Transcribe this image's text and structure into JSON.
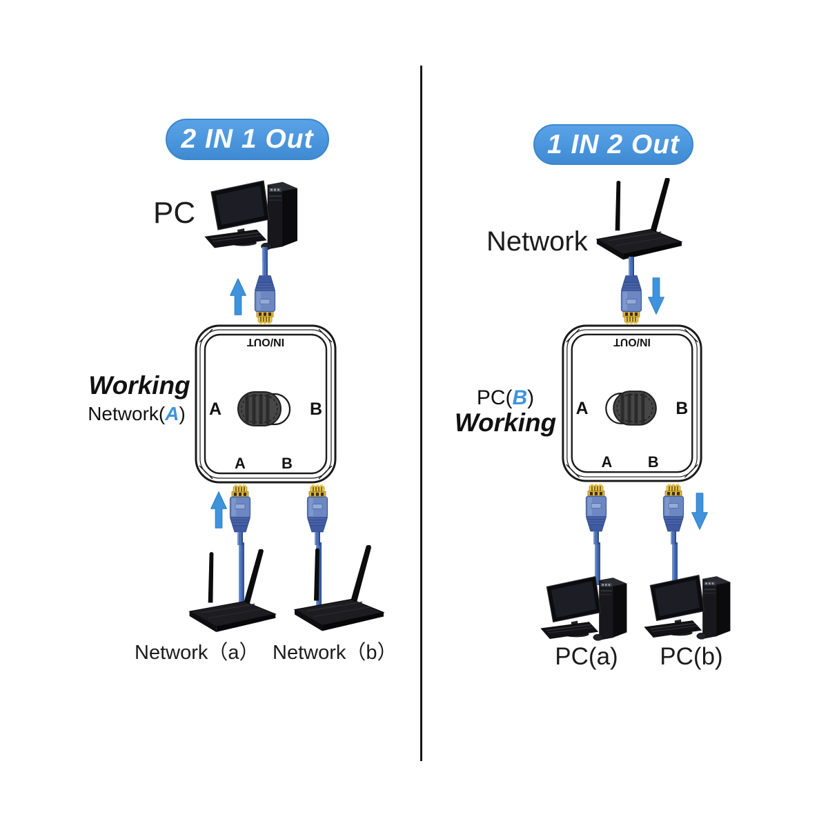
{
  "diagram": {
    "left": {
      "banner": "2 IN 1 Out",
      "pc_label": "PC",
      "working_label": "Working",
      "port_prefix": "Network(",
      "port_letter": "A",
      "port_suffix": ")",
      "device_a_label": "Network（a）",
      "device_b_label": "Network（b）"
    },
    "right": {
      "banner": "1 IN 2 Out",
      "network_label": "Network",
      "working_label": "Working",
      "port_prefix": "PC(",
      "port_letter": "B",
      "port_suffix": ")",
      "device_a_label": "PC(a)",
      "device_b_label": "PC(b)"
    },
    "switch_left": {
      "top_label": "IN/OUT",
      "side_a": "A",
      "side_b": "B",
      "bottom_a": "A",
      "bottom_b": "B",
      "position": "A"
    },
    "switch_right": {
      "top_label": "IN/OUT",
      "side_a": "A",
      "side_b": "B",
      "bottom_a": "A",
      "bottom_b": "B",
      "position": "B"
    },
    "colors": {
      "banner_blue": "#4a96dd",
      "arrow_blue": "#3f93dd",
      "accent_letter_blue": "#3f93dd",
      "cable_blue": "#4a6fb5",
      "connector_blue": "#6d87c2",
      "connector_gold": "#e9c94f",
      "device_black": "#141417"
    }
  }
}
